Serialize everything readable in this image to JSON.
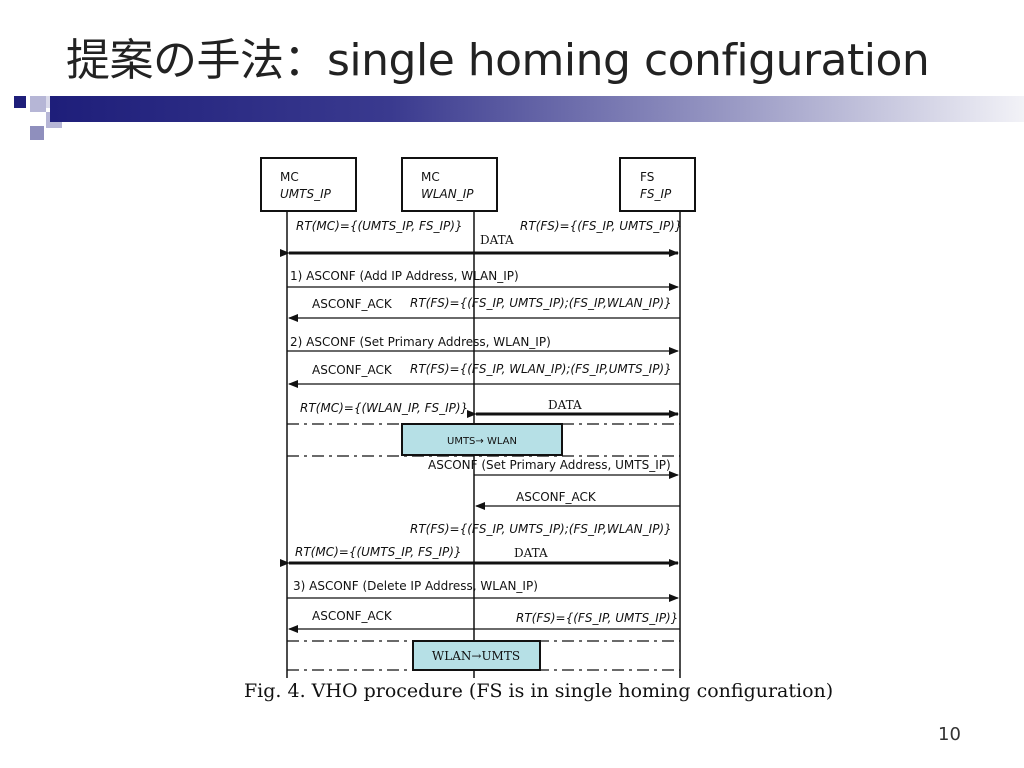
{
  "slide": {
    "title": "提案の手法：single homing configuration",
    "caption": "Fig. 4. VHO procedure (FS is in single homing configuration)",
    "page_number": "10"
  },
  "entities": [
    {
      "name": "MC",
      "ip": "UMTS_IP"
    },
    {
      "name": "MC",
      "ip": "WLAN_IP"
    },
    {
      "name": "FS",
      "ip": "FS_IP"
    }
  ],
  "labels": {
    "rt_mc_1": "RT(MC)={(UMTS_IP, FS_IP)}",
    "rt_fs_1": "RT(FS)={(FS_IP, UMTS_IP)}",
    "data_1": "DATA",
    "msg1": "1)  ASCONF (Add IP Address, WLAN_IP)",
    "ack1": "ASCONF_ACK",
    "rt_fs_2": "RT(FS)={(FS_IP, UMTS_IP);(FS_IP,WLAN_IP)}",
    "msg2": "2)  ASCONF (Set Primary Address, WLAN_IP)",
    "ack2": "ASCONF_ACK",
    "rt_fs_3": "RT(FS)={(FS_IP, WLAN_IP);(FS_IP,UMTS_IP)}",
    "rt_mc_2": "RT(MC)={(WLAN_IP, FS_IP)}",
    "data_2": "DATA",
    "box1": "UMTS→ WLAN",
    "msg3": "ASCONF (Set Primary Address, UMTS_IP)",
    "ack3": "ASCONF_ACK",
    "rt_fs_4": "RT(FS)={(FS_IP, UMTS_IP);(FS_IP,WLAN_IP)}",
    "rt_mc_3": "RT(MC)={(UMTS_IP, FS_IP)}",
    "data_3": "DATA",
    "msg4": "3)  ASCONF (Delete IP Address, WLAN_IP)",
    "ack4": "ASCONF_ACK",
    "rt_fs_5": "RT(FS)={(FS_IP, UMTS_IP)}",
    "box2": "WLAN→UMTS"
  },
  "colors": {
    "title_bar_dark": "#1e1e7a",
    "title_bar_light": "#f2f2f7",
    "handover_box": "#b6e0e6"
  }
}
